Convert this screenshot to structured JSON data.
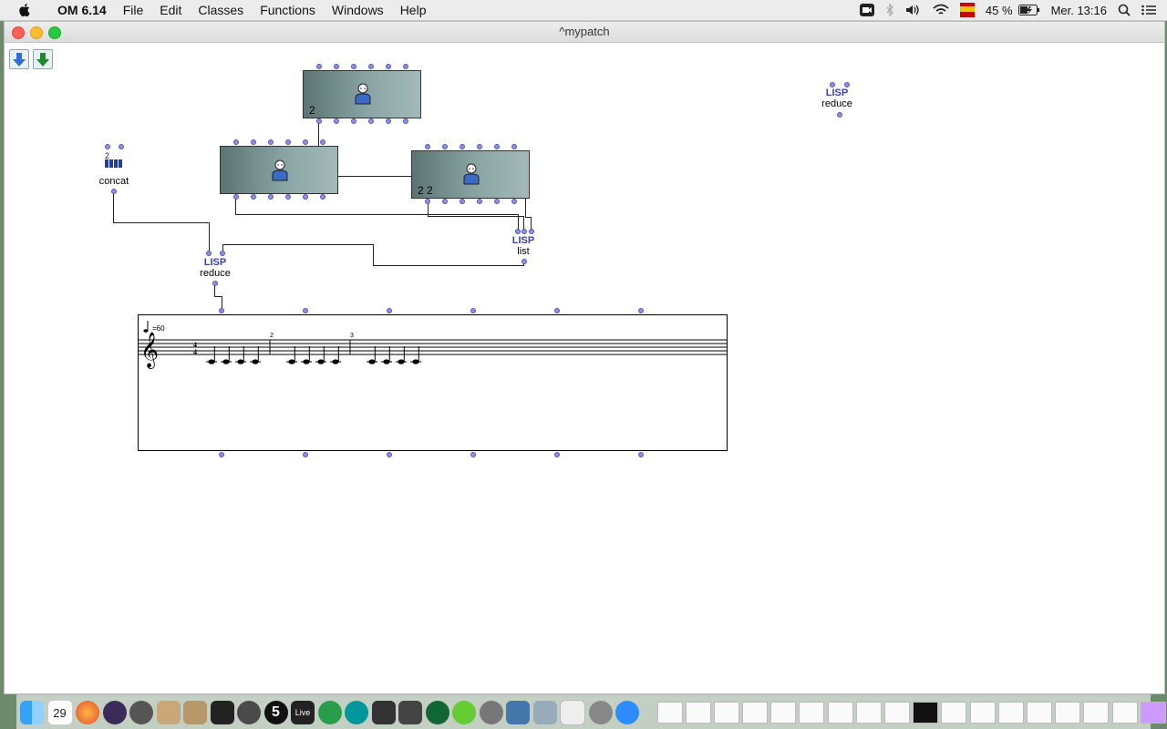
{
  "menubar": {
    "app_name": "OM 6.14",
    "items": [
      "File",
      "Edit",
      "Classes",
      "Functions",
      "Windows",
      "Help"
    ],
    "battery": "45 %",
    "clock": "Mer. 13:16"
  },
  "window": {
    "title": "^mypatch"
  },
  "patch": {
    "concat_label": "concat",
    "lisp_tag": "LISP",
    "reduce_label": "reduce",
    "list_label": "list",
    "class_top_number": "2",
    "class_right_number": "2 2"
  },
  "score": {
    "tempo": "=60",
    "time_sig_top": "4",
    "time_sig_bottom": "4",
    "measure_2": "2",
    "measure_3": "3"
  },
  "dock": {
    "calendar_day": "29",
    "number_app": "5",
    "live_label": "Live"
  },
  "colors": {
    "inlet": "#8c8ff0",
    "class_box": "#5c7474",
    "lisp_text": "#3a3fb0"
  }
}
